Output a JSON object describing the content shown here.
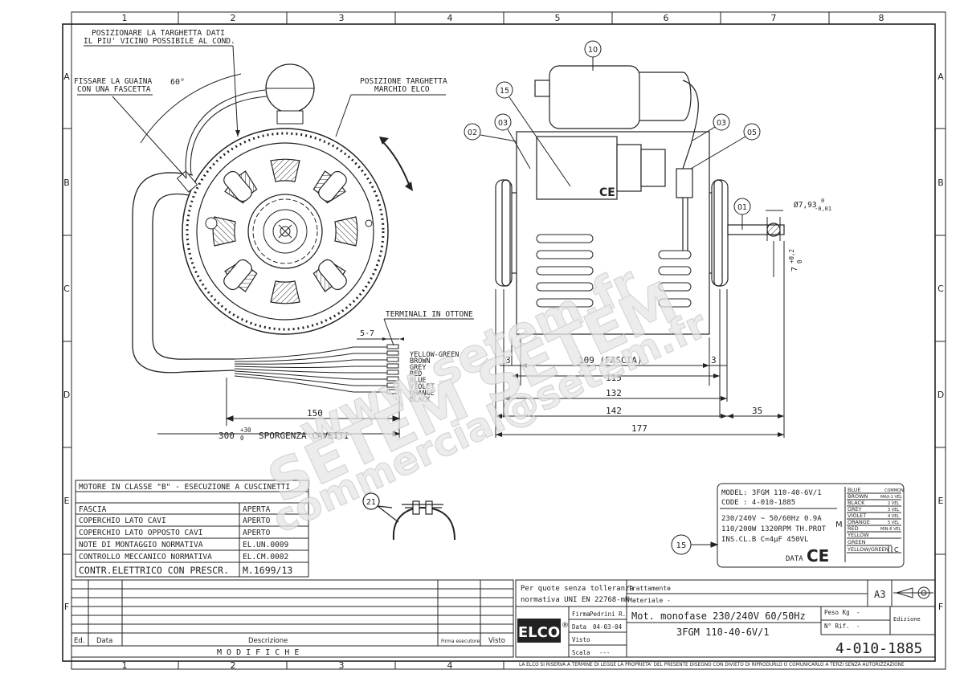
{
  "sheet": {
    "col_numbers": [
      "1",
      "2",
      "3",
      "4",
      "5",
      "6",
      "7",
      "8"
    ],
    "row_letters": [
      "A",
      "B",
      "C",
      "D",
      "E",
      "F"
    ],
    "format": "A3"
  },
  "front_view": {
    "note_plate": [
      "POSIZIONARE LA TARGHETTA DATI",
      "IL PIU' VICINO POSSIBILE AL COND."
    ],
    "note_sheath": [
      "FISSARE LA GUAINA",
      "CON UNA FASCETTA"
    ],
    "note_brand_plate": [
      "POSIZIONE TARGHETTA",
      "MARCHIO ELCO"
    ],
    "angle": "60°",
    "terminals": "TERMINALI IN OTTONE",
    "dim_5_7": "5-7",
    "wires": [
      "YELLOW-GREEN",
      "BROWN",
      "GREY",
      "RED",
      "BLUE",
      "VIOLET",
      "ORANGE",
      "BLACK"
    ],
    "dim_150": "150",
    "dim_300": "300",
    "tol_300_upper": "+30",
    "tol_300_lower": "0",
    "sporgenza": "SPORGENZA CAVETTI"
  },
  "side_view": {
    "callouts": [
      "10",
      "15",
      "02",
      "03",
      "03",
      "05",
      "01"
    ],
    "ce_mark": "CE",
    "shaft_dia": "Ø7,93",
    "shaft_dia_tol_upper": "0",
    "shaft_dia_tol_lower": "-0,01",
    "flat_dim": "7",
    "flat_tol_upper": "+0,2",
    "flat_tol_lower": "0",
    "dim_3_left": "3",
    "dim_3_right": "3",
    "dim_109": "109 (FASCIA)",
    "dim_115": "115",
    "dim_132": "132",
    "dim_142": "142",
    "dim_35": "35",
    "dim_177": "177"
  },
  "clamp": {
    "callout": "21"
  },
  "spec_table": {
    "title": "MOTORE IN CLASSE \"B\" - ESECUZIONE A CUSCINETTI",
    "rows": [
      {
        "label": "FASCIA",
        "value": "APERTA"
      },
      {
        "label": "COPERCHIO LATO CAVI",
        "value": "APERTO"
      },
      {
        "label": "COPERCHIO LATO OPPOSTO CAVI",
        "value": "APERTO"
      },
      {
        "label": "NOTE DI MONTAGGIO NORMATIVA",
        "value": "EL.UN.0009"
      },
      {
        "label": "CONTROLLO MECCANICO NORMATIVA",
        "value": "EL.CM.0002"
      },
      {
        "label": "CONTR.ELETTRICO CON PRESCR.",
        "value": "M.1699/13"
      }
    ]
  },
  "nameplate": {
    "model": "MODEL: 3FGM 110-40-6V/1",
    "code": "CODE : 4-010-1885",
    "line1": "230/240V ~    50/60Hz   0.9A",
    "line2": "110/200W   1320RPM   TH.PROT",
    "line3": "INS.CL.B     C=4µF  450VL",
    "data_label": "DATA",
    "ce": "CE",
    "callout": "15",
    "wiring": [
      {
        "color": "BLUE",
        "func": "COMMON"
      },
      {
        "color": "BROWN",
        "func": "MAX-1 VEL"
      },
      {
        "color": "BLACK",
        "func": "2 VEL"
      },
      {
        "color": "GREY",
        "func": "3 VEL"
      },
      {
        "color": "VIOLET",
        "func": "4 VEL"
      },
      {
        "color": "ORANGE",
        "func": "5 VEL"
      },
      {
        "color": "RED",
        "func": "MIN-6 VEL"
      },
      {
        "color": "YELLOW",
        "func": ""
      },
      {
        "color": "GREEN",
        "func": ""
      },
      {
        "color": "YELLOW/GREEN",
        "func": ""
      }
    ],
    "motor_symbol": "M",
    "cap_symbol": "C"
  },
  "title_block": {
    "tolerance": [
      "Per quote senza tolleranza",
      "normativa UNI EN 22768-mK"
    ],
    "trattamento": "Trattamento",
    "materiale": "Materiale",
    "dash": "-",
    "firma_label": "Firma",
    "firma_value": "Pedrini R.",
    "data_label": "Data",
    "data_value": "04-03-04",
    "visto_label": "Visto",
    "scala_label": "Scala",
    "scala_value": "---",
    "brand": "ELCO",
    "registered": "®",
    "description_1": "Mot. monofase 230/240V 60/50Hz",
    "description_2": "3FGM 110-40-6V/1",
    "peso_label": "Peso Kg",
    "nrif_label": "N° Rif.",
    "edizione_label": "Edizione",
    "drawing_number": "4-010-1885",
    "rev_ed": "Ed.",
    "rev_data": "Data",
    "rev_descrizione": "Descrizione",
    "rev_firma": "Firma esecutore",
    "rev_visto": "Visto",
    "modifiche": "M O D I F I C H E",
    "copyright": "LA ELCO SI RISERVA A TERMINE DI LEGGE LA PROPRIETA' DEL PRESENTE DISEGNO CON DIVIETO DI RIPRODURLO O COMUNICARLO A TERZI SENZA AUTORIZZAZIONE"
  },
  "watermark": {
    "line1": "www.setem.fr",
    "line2": "SETEM SETEM",
    "line3": "commercial@setem.fr"
  }
}
